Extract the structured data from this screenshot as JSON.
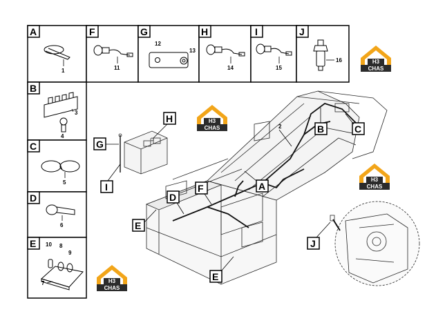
{
  "boxes": [
    {
      "letter": "A",
      "part": "1"
    },
    {
      "letter": "F",
      "part": "11"
    },
    {
      "letter": "G",
      "part_a": "12",
      "part_b": "13"
    },
    {
      "letter": "H",
      "part": "14"
    },
    {
      "letter": "I",
      "part": "15"
    },
    {
      "letter": "J",
      "part": "16"
    },
    {
      "letter": "B",
      "part_a": "3",
      "part_b": "4"
    },
    {
      "letter": "C",
      "part": "5"
    },
    {
      "letter": "D",
      "part": "6"
    },
    {
      "letter": "E",
      "part_a": "10",
      "part_b": "8",
      "part_c": "9",
      "part_d": "7"
    }
  ],
  "callouts": {
    "g": "G",
    "h": "H",
    "i": "I",
    "a": "A",
    "b": "B",
    "c": "C",
    "d": "D",
    "e1": "E",
    "e2": "E",
    "f": "F",
    "j": "J"
  },
  "harness_part": "2",
  "watermark": {
    "text": "CHAS",
    "colors": {
      "orange": "#f2a519",
      "dark": "#2b2b2b"
    }
  }
}
